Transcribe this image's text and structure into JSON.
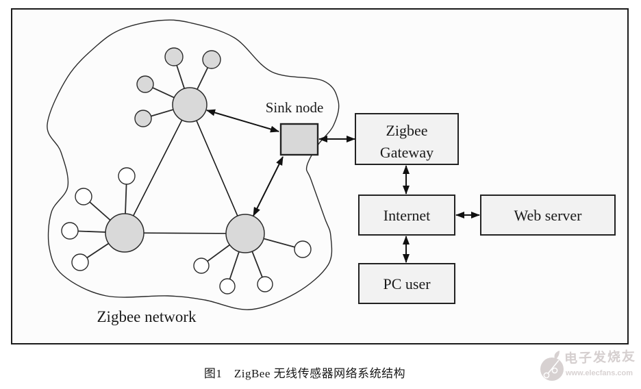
{
  "figure": {
    "caption": "图1　ZigBee 无线传感器网络系统结构"
  },
  "diagram": {
    "network_label": "Zigbee network",
    "sink_label": "Sink node",
    "nodes": {
      "gateway_line1": "Zigbee",
      "gateway_line2": "Gateway",
      "internet": "Internet",
      "web_server": "Web server",
      "pc_user": "PC user"
    },
    "clusters": {
      "count": 3,
      "satellites_per_cluster": 4,
      "cluster1_satellite_fill": "#d9d9d9",
      "cluster2_satellite_fill": "#ffffff",
      "cluster3_satellite_fill": "#ffffff"
    },
    "connections": [
      "cluster-head-1 <-> sink-node",
      "cluster-head-3 <-> sink-node",
      "cluster-head-1 — cluster-head-2",
      "cluster-head-1 — cluster-head-3",
      "cluster-head-2 — cluster-head-3",
      "sink-node <-> zigbee-gateway",
      "zigbee-gateway <-> internet",
      "internet <-> web-server",
      "internet <-> pc-user"
    ],
    "colors": {
      "cluster_head_fill": "#d9d9d9",
      "sink_box_fill": "#d8d8d8",
      "infra_box_fill": "#f2f2f2",
      "line": "#1c1c1c"
    }
  },
  "watermark": {
    "brand": "电子发烧友",
    "url": "www.elecfans.com",
    "color": "#d5cfcf"
  }
}
